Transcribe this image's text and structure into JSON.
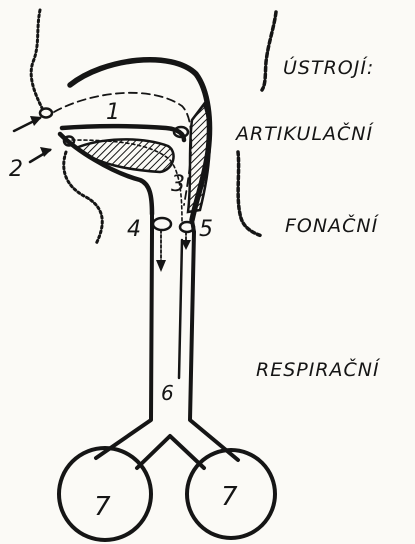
{
  "labels": {
    "title": "ÚSTROJÍ:",
    "articulation": "ARTIKULAČNÍ",
    "phonation": "FONAČNÍ",
    "respiration": "RESPIRAČNÍ"
  },
  "numbers": {
    "n1": "1",
    "n2": "2",
    "n3": "3",
    "n4": "4",
    "n5": "5",
    "n6": "6",
    "n7_left": "7",
    "n7_right": "7"
  }
}
